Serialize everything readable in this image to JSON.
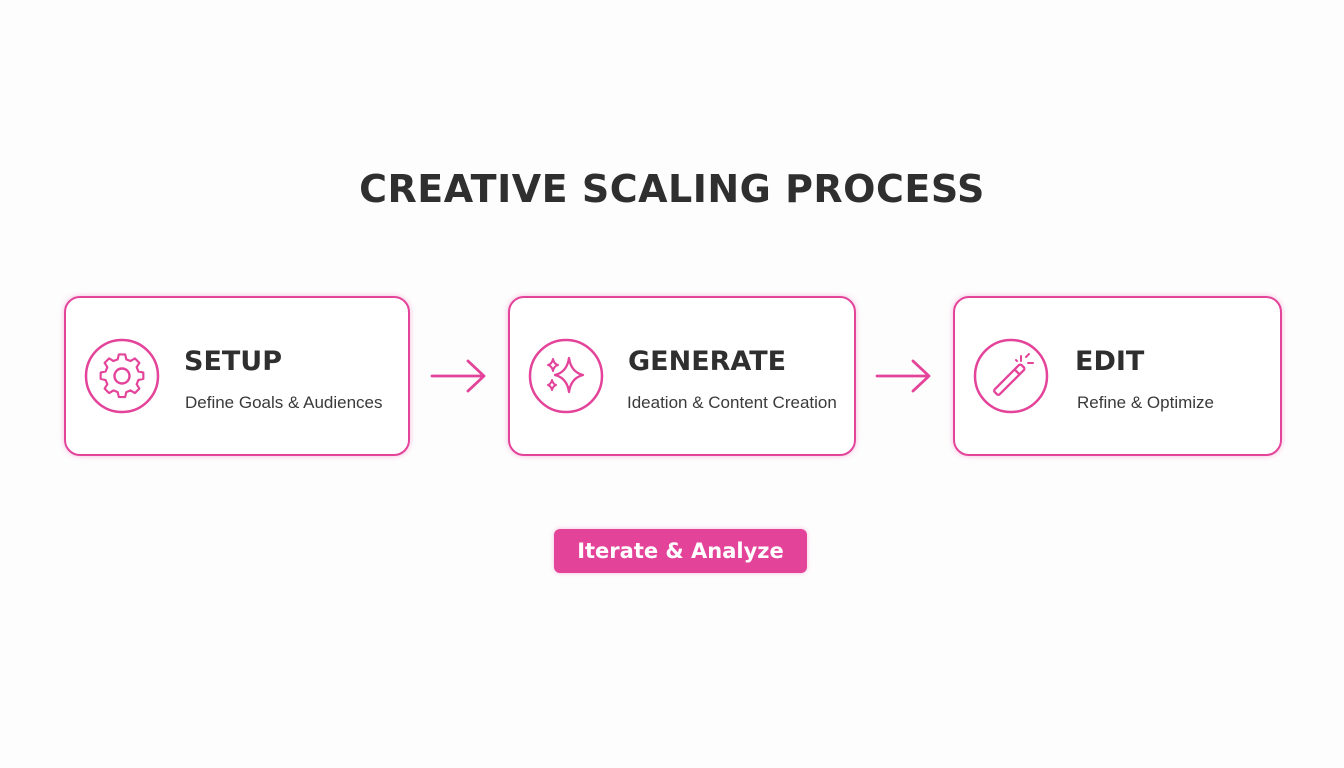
{
  "title": "CREATIVE SCALING PROCESS",
  "accent_color": "#e4439a",
  "steps": [
    {
      "title": "SETUP",
      "description": "Define Goals & Audiences",
      "icon": "gear-icon"
    },
    {
      "title": "GENERATE",
      "description": "Ideation & Content Creation",
      "icon": "sparkles-icon"
    },
    {
      "title": "EDIT",
      "description": "Refine & Optimize",
      "icon": "magic-wand-icon"
    }
  ],
  "connectors": [
    "arrow-right-icon",
    "arrow-right-icon"
  ],
  "footer_badge": "Iterate & Analyze"
}
